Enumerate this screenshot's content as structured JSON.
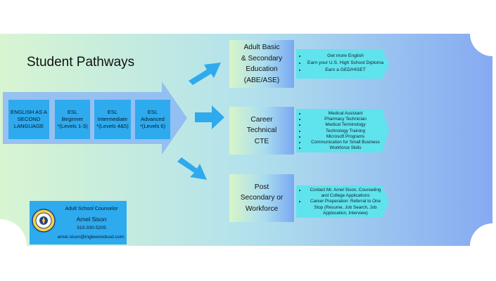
{
  "colors": {
    "step": "#2eaaee",
    "arrow": "#2eaaee",
    "bullet_box": "#5fe3ec",
    "background_left": "#d8f5d2",
    "background_right": "#86aaf2"
  },
  "title": "Student Pathways",
  "esl_steps": [
    {
      "label": "ENGLISH AS A\nSECOND\nLANGUAGE"
    },
    {
      "label": "ESL\nBeginner\n*(Levels 1-3)"
    },
    {
      "label": "ESL\nIntermediate\n*(Levels 4&5)"
    },
    {
      "label": "ESL\nAdvanced\n*(Levels 6)"
    }
  ],
  "pathways": [
    {
      "label": "Adult Basic\n& Secondary\nEducation\n(ABE/ASE)",
      "bullets": [
        "Get more English",
        "Earn your U.S. High School Diploma",
        "Earn a GED/HISET"
      ]
    },
    {
      "label": "Career\nTechnical\nCTE",
      "bullets": [
        "Medical Assistant",
        "Pharmacy Technician",
        "Medical Terminology",
        "Technology Training",
        "Microsoft Programs",
        "Communication for Small Business",
        "Workforce Skills"
      ]
    },
    {
      "label": "Post\nSecondary or\nWorkforce",
      "bullets": [
        "Contact Mr. Arnel Sison, Counseling and College Applications",
        "Career Preperation: Referral to One Stop (Resume, Job Search, Job Applocation, Interview)"
      ]
    }
  ],
  "counselor": {
    "role": "Adult School Counselor",
    "name": "Arnel Sison",
    "phone": "310-330-5205",
    "email": "arnel.sison@inglewoodusd.com"
  }
}
